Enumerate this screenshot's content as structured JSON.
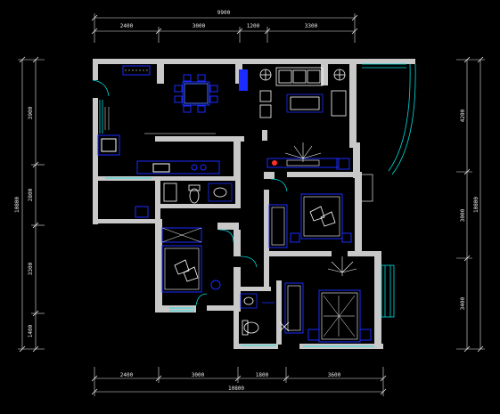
{
  "colors": {
    "background": "#000000",
    "wall": "#c8c8c8",
    "furniture": "#1a2cff",
    "fixture": "#ffffff",
    "window": "#00e0e0",
    "dimension": "#e8e8e8",
    "accent": "#ff3030"
  },
  "dimensions": {
    "top_total": "9900",
    "top_segments": [
      "2400",
      "3000",
      "1200",
      "3300"
    ],
    "bottom_segments": [
      "2400",
      "3000",
      "1800",
      "3600"
    ],
    "bottom_total": "10800",
    "left_segments": [
      "3900",
      "2800",
      "3300",
      "1400"
    ],
    "left_total": "10800",
    "right_segments": [
      "4200",
      "3000",
      "3400"
    ],
    "right_total": "10800"
  }
}
